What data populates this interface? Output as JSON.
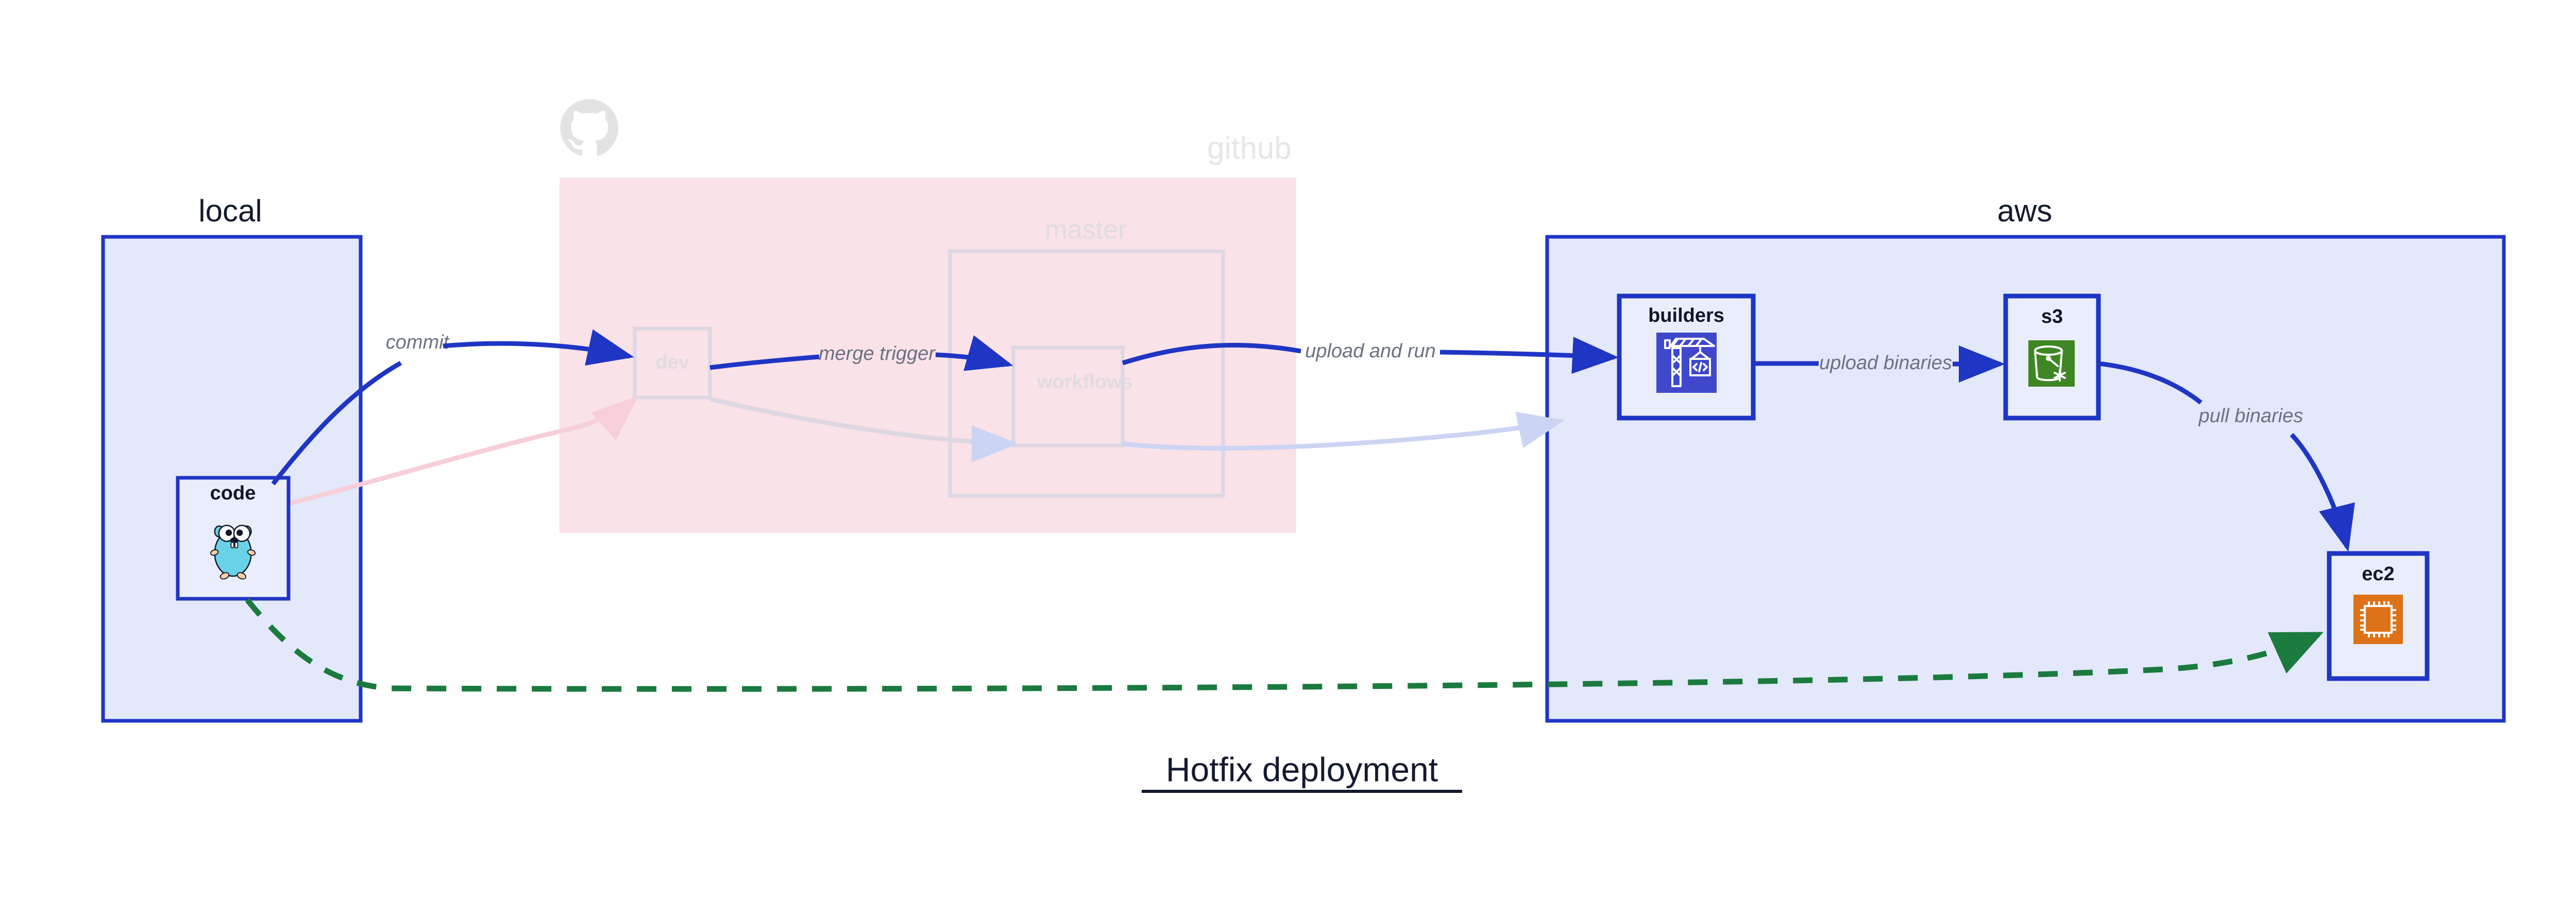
{
  "diagram": {
    "title": "Hotfix deployment",
    "groups": [
      {
        "id": "local",
        "label": "local",
        "fill": "#e3e8fb",
        "stroke": "#1f35c4",
        "faded": false
      },
      {
        "id": "github",
        "label": "github",
        "fill": "#f9e2e8",
        "stroke": "#f9e2e8",
        "faded": true
      },
      {
        "id": "aws",
        "label": "aws",
        "fill": "#e3e8fb",
        "stroke": "#1f35c4",
        "faded": false
      }
    ],
    "nodes": [
      {
        "id": "code",
        "label": "code",
        "icon": "go-gopher-icon",
        "faded": false
      },
      {
        "id": "dev",
        "label": "dev",
        "icon": "none",
        "faded": true
      },
      {
        "id": "master",
        "label": "master",
        "icon": "none",
        "faded": true
      },
      {
        "id": "workflows",
        "label": "workflows",
        "icon": "none",
        "faded": true
      },
      {
        "id": "builders",
        "label": "builders",
        "icon": "aws-codebuild-crane-icon",
        "faded": false,
        "icon_color": "#3f48cc"
      },
      {
        "id": "s3",
        "label": "s3",
        "icon": "aws-s3-bucket-icon",
        "faded": false,
        "icon_color": "#3f8624"
      },
      {
        "id": "ec2",
        "label": "ec2",
        "icon": "aws-ec2-chip-icon",
        "faded": false,
        "icon_color": "#dd7219"
      }
    ],
    "edges": [
      {
        "id": "commit",
        "label": "commit",
        "from": "code",
        "to": "dev",
        "style": "solid",
        "color": "#1f35c4",
        "faded": false
      },
      {
        "id": "merge-trigger",
        "label": "merge trigger",
        "from": "dev",
        "to": "workflows",
        "style": "solid",
        "color": "#1f35c4",
        "faded": false
      },
      {
        "id": "upload-and-run",
        "label": "upload and run",
        "from": "workflows",
        "to": "builders",
        "style": "solid",
        "color": "#1f35c4",
        "faded": false
      },
      {
        "id": "upload-binaries",
        "label": "upload binaries",
        "from": "builders",
        "to": "s3",
        "style": "solid",
        "color": "#1f35c4",
        "faded": false
      },
      {
        "id": "pull-binaries",
        "label": "pull binaries",
        "from": "s3",
        "to": "ec2",
        "style": "solid",
        "color": "#1f35c4",
        "faded": false
      },
      {
        "id": "hotfix-direct",
        "label": "",
        "from": "code",
        "to": "ec2",
        "style": "dashed",
        "color": "#1b7a3e",
        "faded": false
      }
    ],
    "colors": {
      "accent_blue": "#1f35c4",
      "group_blue_fill": "#e3e8fb",
      "github_pink_fill": "#f9e2e8",
      "green_dashed": "#1b7a3e",
      "faded_grey": "#e0dce2",
      "label_grey": "#6b7280",
      "title_navy": "#141a2e"
    }
  }
}
